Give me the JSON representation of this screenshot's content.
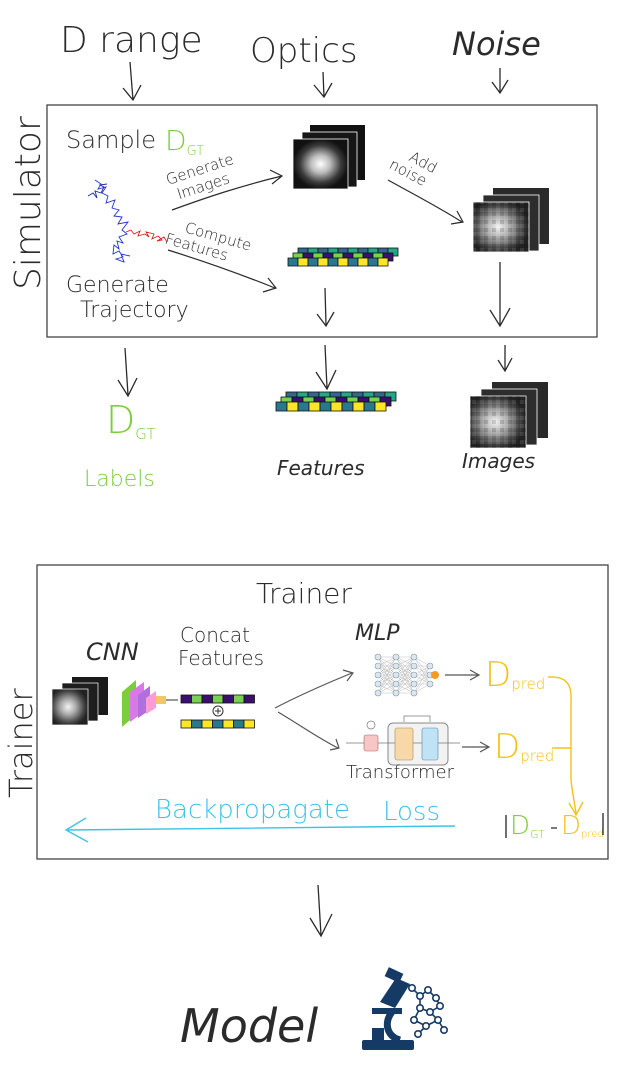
{
  "top_inputs": {
    "drange": "D range",
    "optics": "Optics",
    "noise": "Noise"
  },
  "simulator": {
    "side_label": "Simulator",
    "sample_label": "Sample",
    "d_symbol": "D",
    "gt_subscript": "GT",
    "generate_images": [
      "Generate",
      "Images"
    ],
    "add_noise": [
      "Add",
      "noise"
    ],
    "compute_features": [
      "Compute",
      "Features"
    ],
    "generate_trajectory": [
      "Generate",
      "Trajectory"
    ]
  },
  "outputs": {
    "d_symbol": "D",
    "gt_subscript": "GT",
    "labels": "Labels",
    "features": "Features",
    "images": "Images"
  },
  "trainer": {
    "side_label": "Trainer",
    "title": "Trainer",
    "cnn": "CNN",
    "concat": [
      "Concat",
      "Features"
    ],
    "mlp": "MLP",
    "transformer": "Transformer",
    "d_symbol": "D",
    "pred_subscript": "pred",
    "gt_subscript": "GT",
    "backprop": "Backpropagate",
    "loss": "Loss"
  },
  "model": {
    "label": "Model"
  },
  "colors": {
    "green": "#7ccd3b",
    "yellow": "#f5c118",
    "cyan": "#3cc3e8",
    "navy": "#163a66",
    "feature_palette": [
      "#3b0f6f",
      "#2a788e",
      "#22a884",
      "#7ad151",
      "#fde725",
      "#31688e"
    ]
  }
}
